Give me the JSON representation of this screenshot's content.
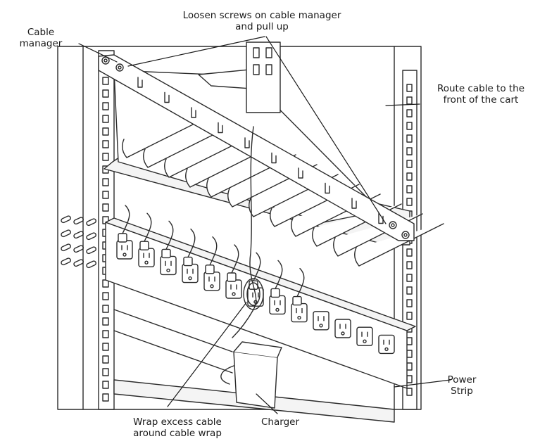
{
  "labels": {
    "screws": "Loosen screws on cable manager\nand pull up",
    "cable_manager": "Cable\nmanager",
    "route_cable": "Route cable to the\nfront of the cart",
    "power_strip": "Power\nStrip",
    "charger": "Charger",
    "wrap_cable": "Wrap excess cable\naround cable wrap"
  },
  "colors": {
    "line": "#2b2b2b",
    "shade": "#f4f4f4",
    "background": "#ffffff"
  }
}
